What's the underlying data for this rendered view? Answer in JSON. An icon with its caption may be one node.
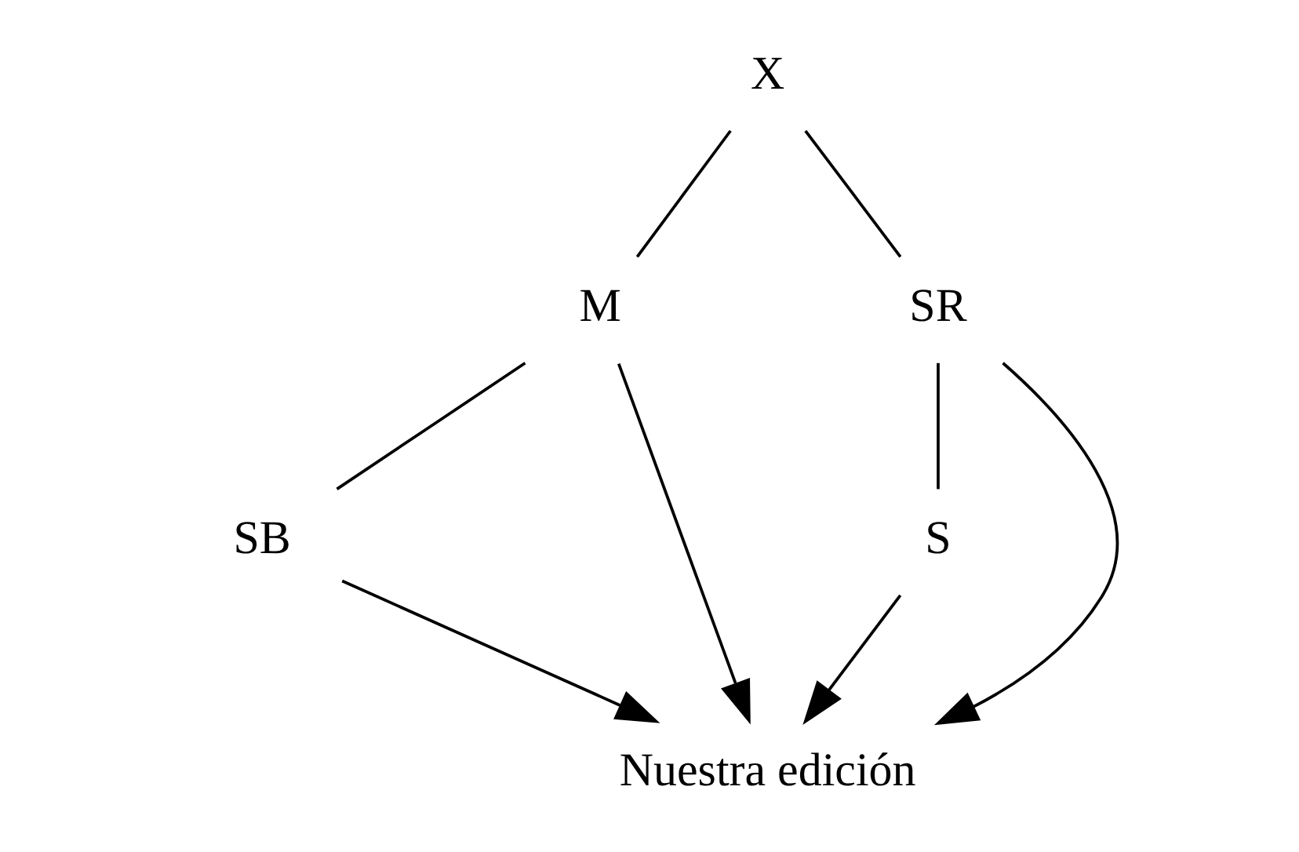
{
  "diagram": {
    "nodes": [
      {
        "text": [
          "X"
        ]
      },
      {
        "text": [
          "M"
        ]
      },
      {
        "text": [
          "SR"
        ]
      },
      {
        "text": [
          "SB"
        ]
      },
      {
        "text": [
          "S"
        ]
      },
      {
        "text": [
          "Nuestra edición"
        ]
      }
    ],
    "edges": [
      {
        "from": 0,
        "to": 1,
        "arrow": "none"
      },
      {
        "from": 0,
        "to": 2,
        "arrow": "none"
      },
      {
        "from": 1,
        "to": 3,
        "arrow": "none"
      },
      {
        "from": 2,
        "to": 4,
        "arrow": "none"
      },
      {
        "from": 3,
        "to": 5,
        "arrow": "to"
      },
      {
        "from": 1,
        "to": 5,
        "arrow": "to"
      },
      {
        "from": 2,
        "to": 5,
        "arrow": "to"
      },
      {
        "from": 4,
        "to": 5,
        "arrow": "to"
      }
    ]
  }
}
